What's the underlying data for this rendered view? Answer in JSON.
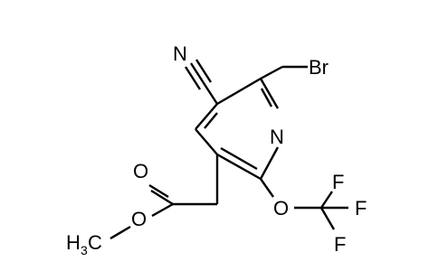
{
  "molecule": {
    "labels": {
      "br": "Br",
      "n_nitrile": "N",
      "n_ring": "N",
      "o_carbonyl": "O",
      "o_ester": "O",
      "methyl_h": "H",
      "methyl_sub": "3",
      "methyl_c": "C",
      "o_ether": "O",
      "f_top": "F",
      "f_right": "F",
      "f_bottom": "F"
    }
  }
}
